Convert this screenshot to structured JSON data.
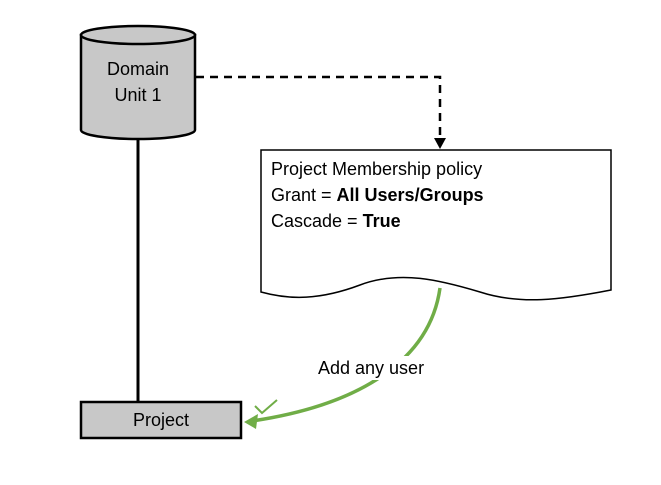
{
  "nodes": {
    "domain_unit": {
      "line1": "Domain",
      "line2": "Unit 1"
    },
    "project": {
      "label": "Project"
    },
    "policy": {
      "title": "Project Membership policy",
      "grant_prefix": "Grant = ",
      "grant_value": "All Users/Groups",
      "cascade_prefix": "Cascade = ",
      "cascade_value": "True"
    }
  },
  "edges": {
    "policy_to_project_label": "Add any user"
  },
  "colors": {
    "node_fill": "#c8c8c8",
    "stroke": "#000000",
    "arrow_green": "#70ad47",
    "check_green": "#70ad47"
  },
  "icons": {
    "check": "check-icon"
  }
}
